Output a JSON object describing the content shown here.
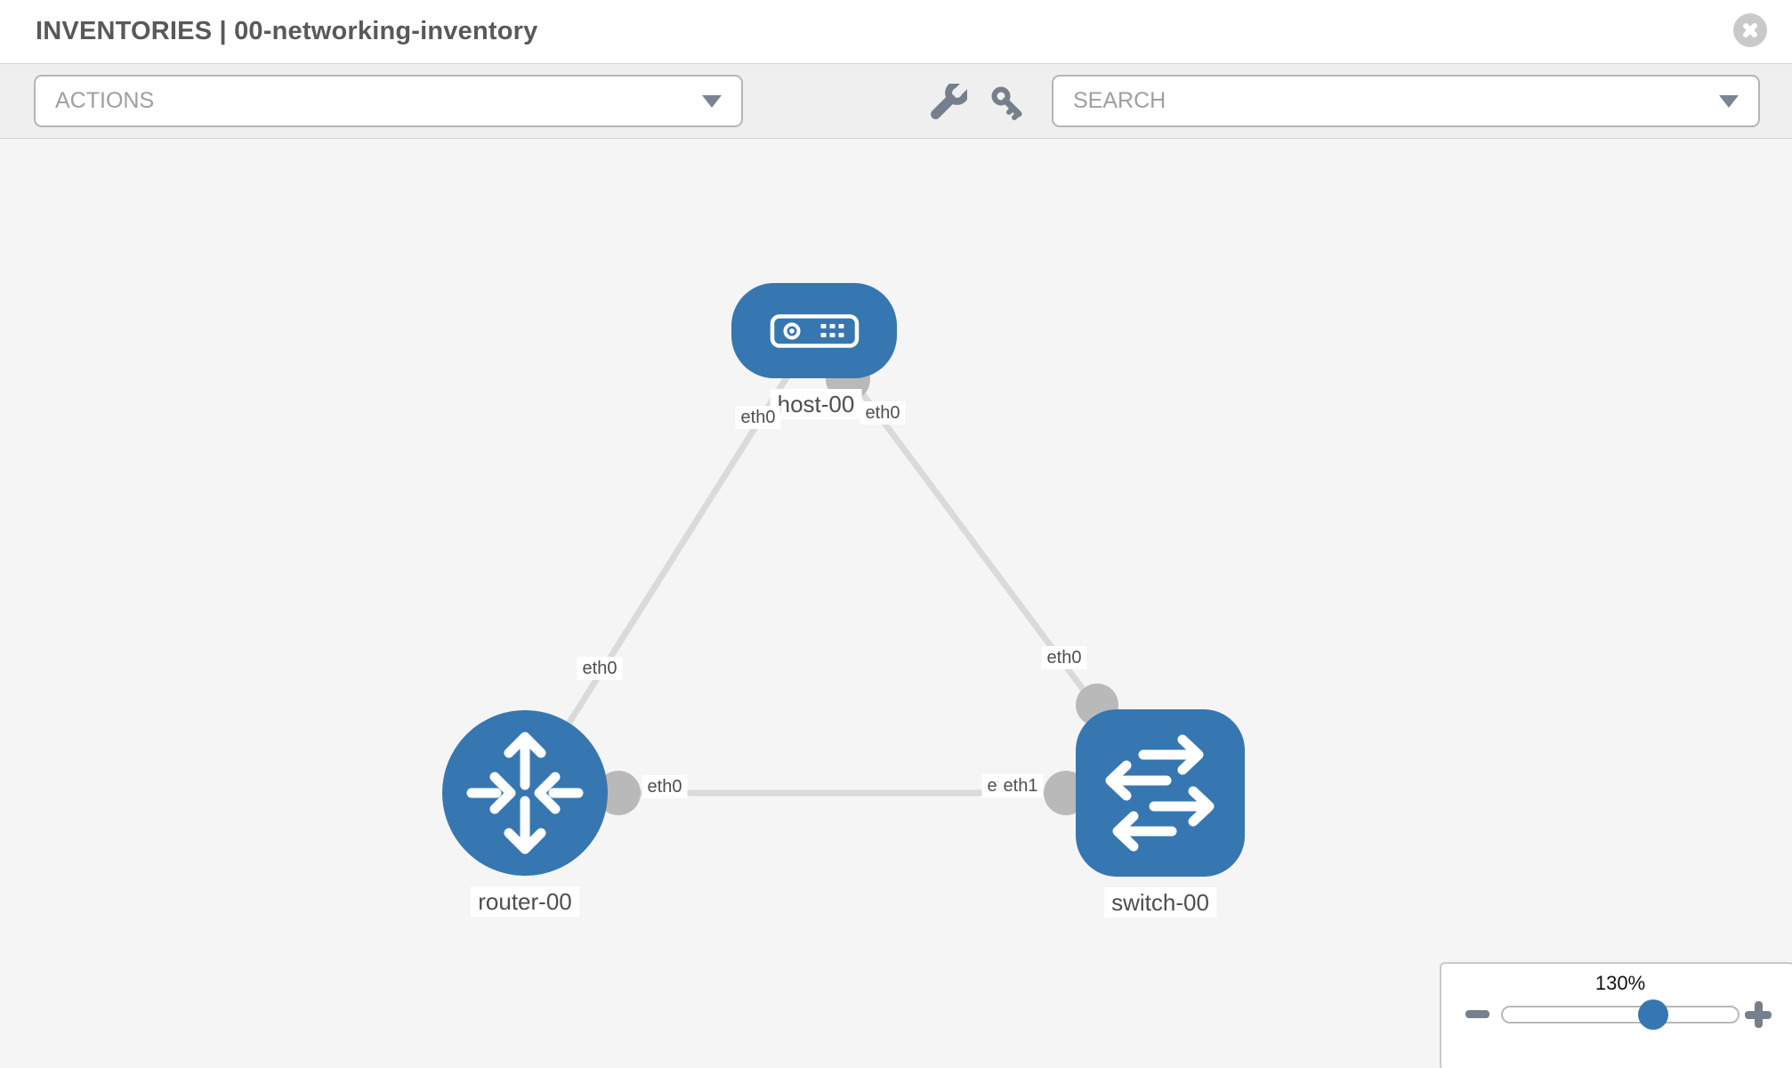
{
  "header": {
    "title": "INVENTORIES | 00-networking-inventory",
    "close_icon": "x-circle-icon"
  },
  "toolbar": {
    "actions": {
      "label": "ACTIONS",
      "caret_icon": "chevron-down-icon"
    },
    "tools": [
      {
        "name": "wrench-icon"
      },
      {
        "name": "key-icon"
      }
    ],
    "search": {
      "label": "SEARCH",
      "caret_icon": "chevron-down-icon"
    }
  },
  "graph": {
    "nodes": [
      {
        "label": "host-00",
        "type": "host",
        "icon": "host-icon"
      },
      {
        "label": "router-00",
        "type": "router",
        "icon": "router-icon"
      },
      {
        "label": "switch-00",
        "type": "switch",
        "icon": "switch-icon"
      }
    ],
    "links": [
      {
        "a": "host-00",
        "a_if": "eth0",
        "b": "router-00",
        "b_if": "eth0"
      },
      {
        "a": "host-00",
        "a_if": "eth0",
        "b": "switch-00",
        "b_if": "eth0"
      },
      {
        "a": "router-00",
        "a_if": "eth0",
        "b": "switch-00",
        "b_if": "eth1",
        "b_if_hidden_label": "eth0"
      }
    ]
  },
  "zoom_control": {
    "value": "130%",
    "minus_icon": "minus-icon",
    "plus_icon": "plus-icon"
  },
  "colors": {
    "node_blue": "#3677b2",
    "link_gray": "#dadada",
    "connector_gray": "#b9b9b9",
    "canvas_bg": "#f5f5f5",
    "toolbar_bg": "#efefef",
    "icon_gray": "#76808c",
    "label_text": "#4e4e4e"
  }
}
